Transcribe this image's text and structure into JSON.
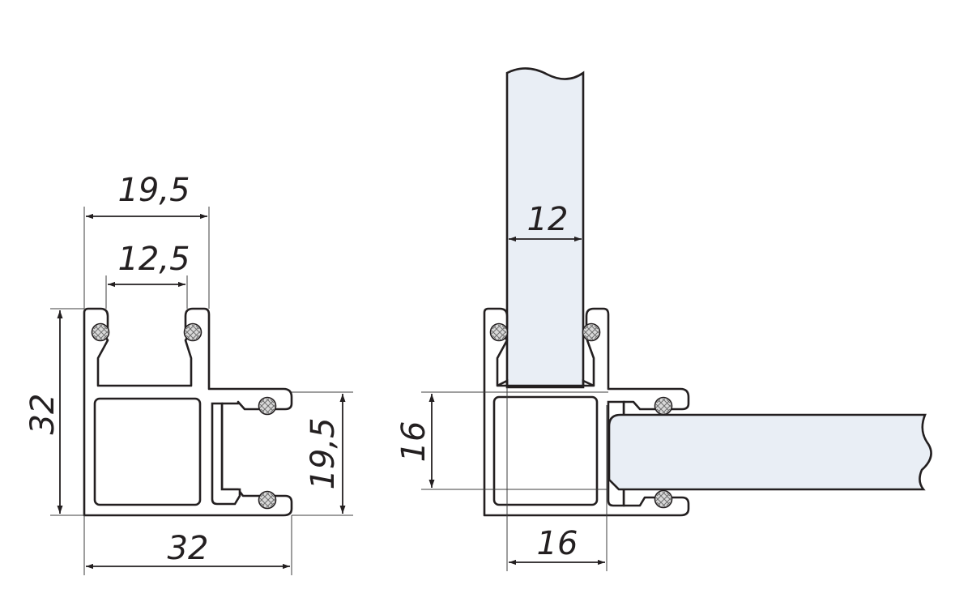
{
  "left_profile": {
    "top_outer_width": "19,5",
    "top_inner_width": "12,5",
    "height": "32",
    "side_height": "19,5",
    "base_width": "32"
  },
  "right_profile": {
    "glass_thickness": "12",
    "side_cavity_height": "16",
    "base_cavity_width": "16"
  },
  "colors": {
    "outline": "#231f20",
    "glass": "#e9eef5",
    "seal": "#d9d9d9"
  }
}
